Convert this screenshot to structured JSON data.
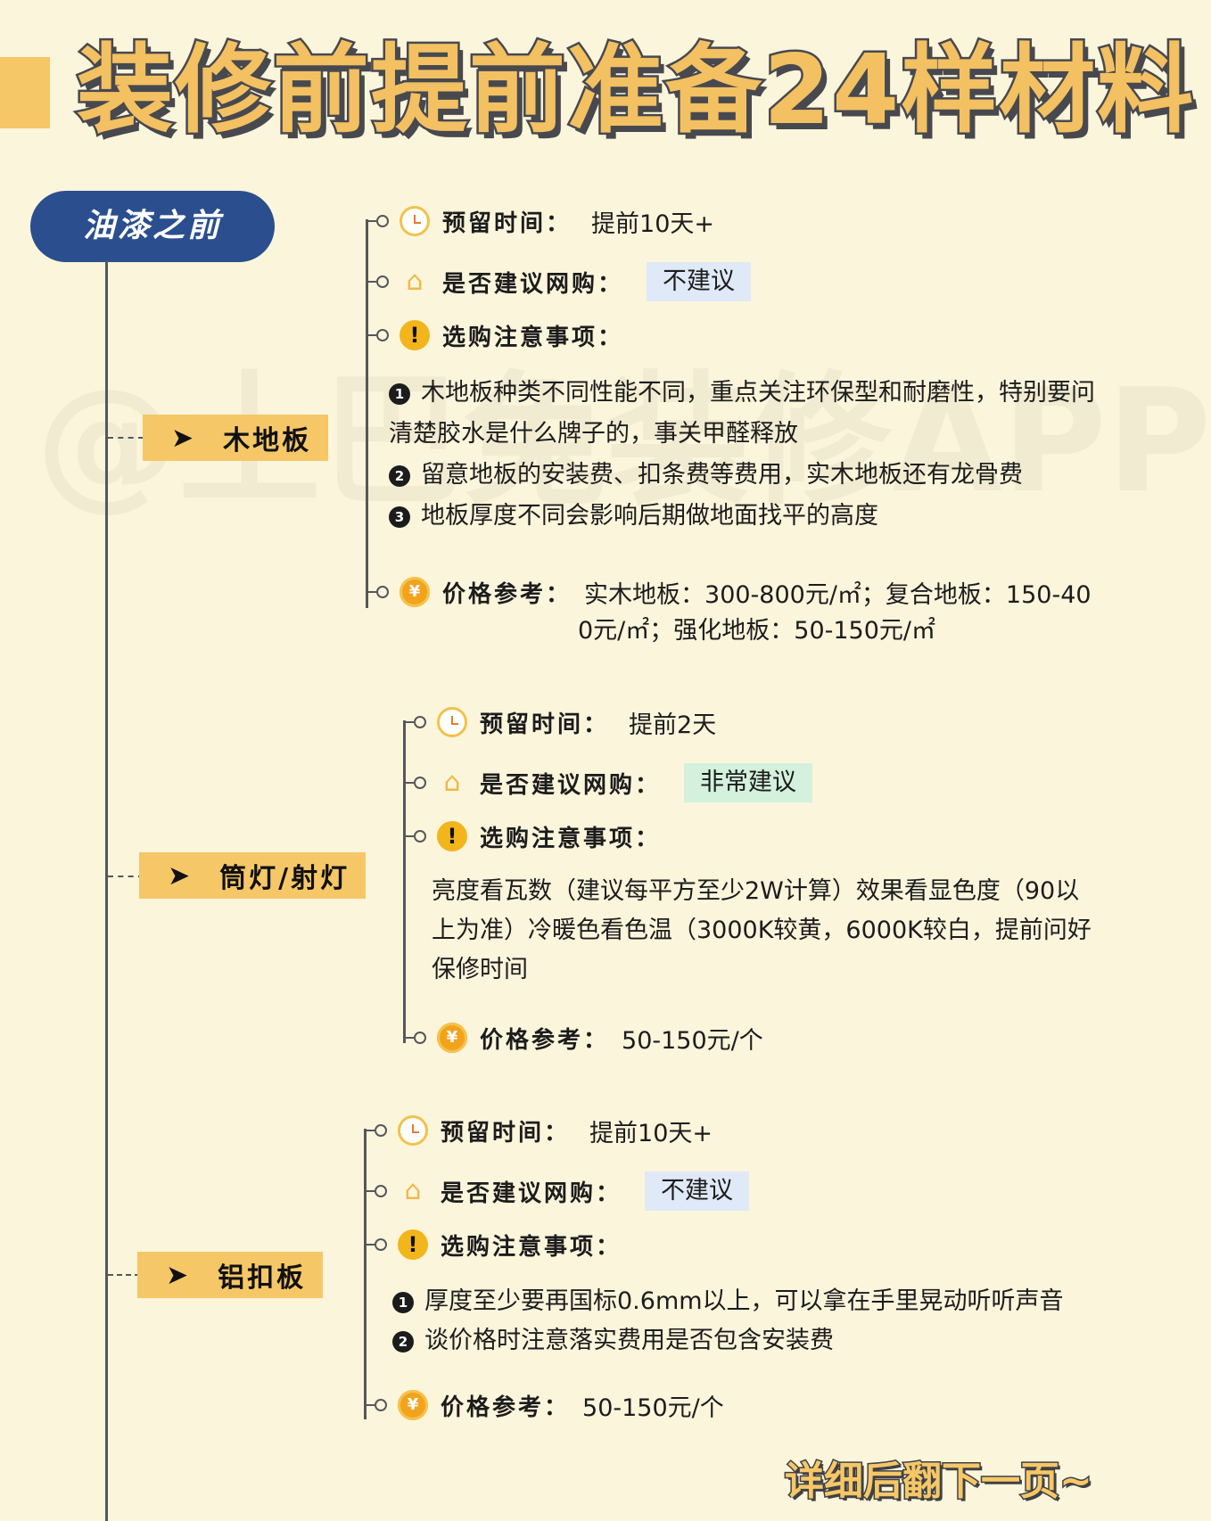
{
  "title": "装修前提前准备24样材料",
  "watermark": "@土巴兔装修APP",
  "section": "油漆之前",
  "labels": {
    "reserve": "预留时间：",
    "online": "是否建议网购：",
    "notes": "选购注意事项：",
    "price": "价格参考："
  },
  "icons": {
    "reserve": "alarm-clock-icon",
    "online": "shopping-basket-icon",
    "notes": "exclamation-icon",
    "price": "yuan-coin-icon",
    "arrow": "arrow-right-icon",
    "colors": {
      "accent": "#f6c767",
      "navy": "#2b4f8e",
      "blue_badge": "#dfe9f7",
      "green_badge": "#d3f1dd"
    }
  },
  "items": [
    {
      "name": "木地板",
      "reserve": "提前10天+",
      "online": "不建议",
      "notes": [
        "木地板种类不同性能不同，重点关注环保型和耐磨性，特别要问清楚胶水是什么牌子的，事关甲醛释放",
        "留意地板的安装费、扣条费等费用，实木地板还有龙骨费",
        "地板厚度不同会影响后期做地面找平的高度"
      ],
      "price_line1": "实木地板：300-800元/㎡；复合地板：150-40",
      "price_line2": "0元/㎡；强化地板：50-150元/㎡"
    },
    {
      "name": "筒灯/射灯",
      "reserve": "提前2天",
      "online": "非常建议",
      "notes_text": [
        "亮度看瓦数（建议每平方至少2W计算）效果看显色度（90以",
        "上为准）冷暖色看色温（3000K较黄，6000K较白，提前问好",
        "保修时间"
      ],
      "price": "50-150元/个"
    },
    {
      "name": "铝扣板",
      "reserve": "提前10天+",
      "online": "不建议",
      "notes": [
        "厚度至少要再国标0.6mm以上，可以拿在手里晃动听听声音",
        "谈价格时注意落实费用是否包含安装费"
      ],
      "price": "50-150元/个"
    }
  ],
  "numerals": [
    "1",
    "2",
    "3"
  ],
  "footer": "详细后翻下一页~"
}
